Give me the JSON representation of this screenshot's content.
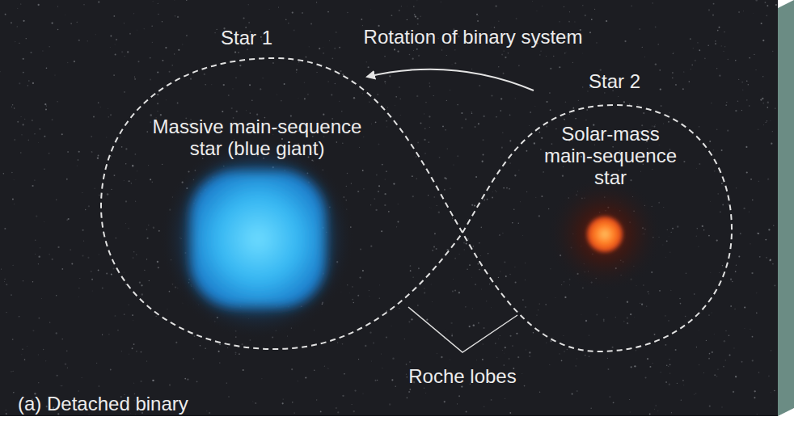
{
  "diagram": {
    "caption": "(a) Detached binary",
    "nodes": [
      {
        "text": [
          "Star 1",
          "Massive main-sequence star (blue giant)"
        ]
      },
      {
        "text": [
          "Star 2",
          "Solar-mass main-sequence star"
        ]
      }
    ],
    "labels": [
      "Rotation of binary system",
      "Roche lobes"
    ]
  }
}
